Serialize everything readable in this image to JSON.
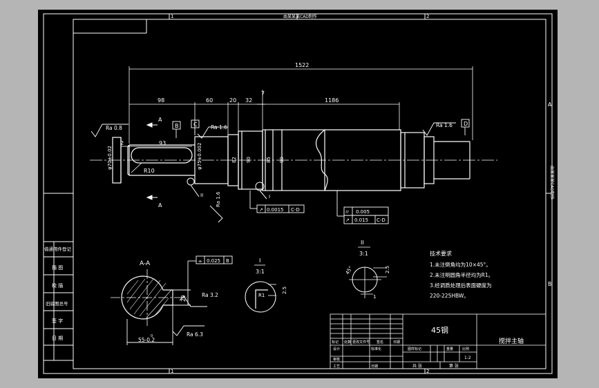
{
  "sheet": {
    "top_note": "由某某某CAD制作",
    "zone_numbers": [
      "1",
      "2"
    ],
    "zone_letters": [
      "A",
      "B"
    ],
    "side_note": "由某某某CAD制作"
  },
  "left_column": {
    "rows": [
      "借通用件登记",
      "描 图",
      "校 描",
      "旧底图总号",
      "签 字",
      "日 期"
    ]
  },
  "main_view": {
    "dim_total": "1522",
    "dims_top": [
      "98",
      "60",
      "20",
      "32",
      "7",
      "1186"
    ],
    "dim_93": "93",
    "dim_2": "2",
    "r10": "R10",
    "dia_left": "φ70±0.02",
    "dia_mid": "φ75±0.002",
    "dia_82": "82",
    "dia_90a": "90",
    "dia_85": "85",
    "dia_90b": "90",
    "rough_left": "Ra 0.8",
    "rough_mid": "Ra 1.6",
    "rough_right": "Ra 1.6",
    "rough_vert": "Ra 1.6",
    "datum_b": "B",
    "datum_c": "C",
    "datum_d": "D",
    "section_label": "A",
    "detail_ii": "II",
    "detail_i": "I",
    "tol1_value": "0.0015",
    "tol1_ref": "C-D",
    "tol2_value": "0.005",
    "tol3_value": "0.015",
    "tol3_ref": "C-D"
  },
  "section_view": {
    "title": "A-A",
    "sym_value": "0.025",
    "sym_ref": "B",
    "rough_a": "Ra 3.2",
    "rough_b": "Ra 6.3",
    "dim_20": "20",
    "dim_55": "55-0.2",
    "dim_55_upper": "0"
  },
  "detail_i": {
    "label_top": "I",
    "label_bottom": "3:1",
    "r1": "R1",
    "dim": "2.5"
  },
  "detail_ii": {
    "label_top": "II",
    "label_bottom": "3:1",
    "angle": "45°",
    "dim_25": "2.5",
    "dim_1": "1"
  },
  "tech_req": {
    "title": "技术要求",
    "items": [
      "1.未注倒角均为10×45°。",
      "2.未注明圆角半径均为R1。",
      "3.经调质处理后表面硬度为",
      "220-225HBW。"
    ]
  },
  "title_block": {
    "material": "45钢",
    "part_name": "搅拌主轴",
    "col_labels": [
      "标记",
      "处数",
      "更改文件号",
      "签名",
      "日期"
    ],
    "row_labels": [
      "设计",
      "标准化",
      "审核",
      "工艺",
      "日期"
    ],
    "stage_labels": [
      "图样标记",
      "重量",
      "比例"
    ],
    "scale": "1:2",
    "sheet_labels": [
      "共 张",
      "第 张"
    ]
  }
}
